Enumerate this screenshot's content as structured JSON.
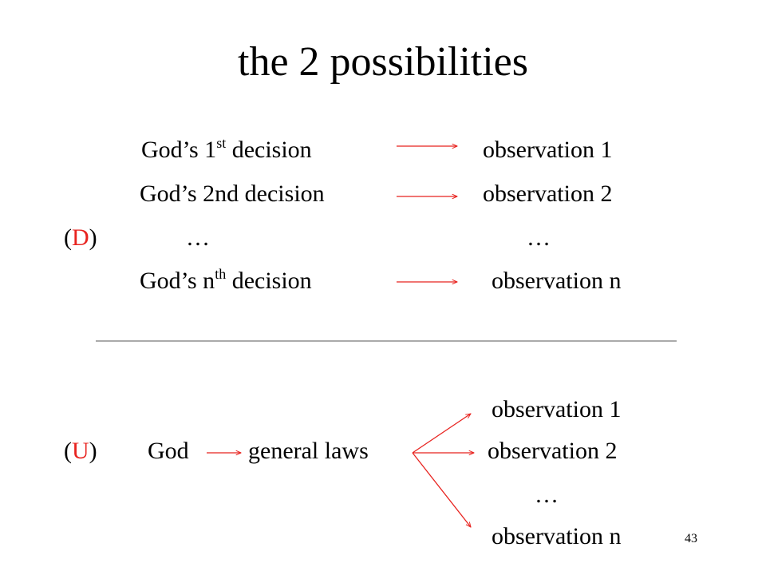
{
  "title": "the 2 possibilities",
  "top_block": {
    "marker_open": "(",
    "marker_letter": "D",
    "marker_close": ")",
    "rows": [
      {
        "prefix": "God’s 1",
        "sup": "st",
        "suffix": " decision",
        "observation": "observation 1"
      },
      {
        "prefix": "God’s 2nd decision",
        "sup": "",
        "suffix": "",
        "observation": "observation 2"
      },
      {
        "prefix": "…",
        "sup": "",
        "suffix": "",
        "observation": "…"
      },
      {
        "prefix": "God’s n",
        "sup": "th",
        "suffix": " decision",
        "observation": "observation n"
      }
    ]
  },
  "bottom_block": {
    "marker_open": "(",
    "marker_letter": "U",
    "marker_close": ")",
    "source": "God",
    "laws": "general laws",
    "observations": [
      "observation 1",
      "observation 2",
      "…",
      "observation n"
    ]
  },
  "page_number": "43",
  "colors": {
    "accent": "#e8231f",
    "text": "#000000",
    "divider": "#555555"
  }
}
